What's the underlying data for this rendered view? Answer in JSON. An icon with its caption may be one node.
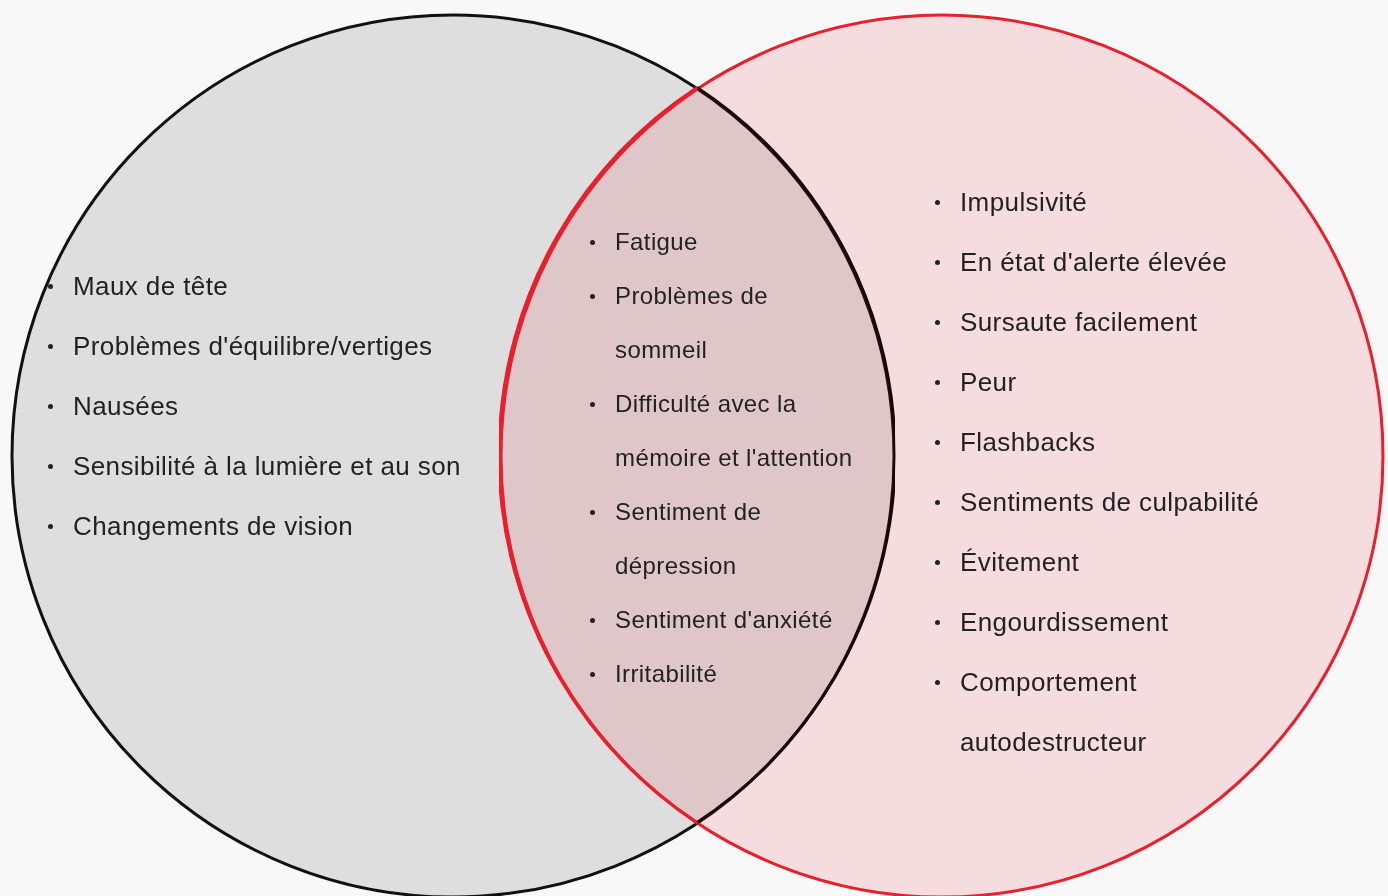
{
  "diagram": {
    "nodes": [
      {
        "text": [
          "Maux de tête",
          "Problèmes d'équilibre/vertiges",
          "Nausées",
          "Sensibilité à la lumière et au son",
          "Changements de vision"
        ]
      },
      {
        "text": [
          "Fatigue",
          "Problèmes de sommeil",
          "Difficulté avec la mémoire et l'attention",
          "Sentiment de dépression",
          "Sentiment d'anxiété",
          "Irritabilité"
        ]
      },
      {
        "text": [
          "Impulsivité",
          "En état d'alerte élevée",
          "Sursaute facilement",
          "Peur",
          "Flashbacks",
          "Sentiments de culpabilité",
          "Évitement",
          "Engourdissement",
          "Comportement autodestructeur"
        ]
      }
    ],
    "edges": []
  }
}
